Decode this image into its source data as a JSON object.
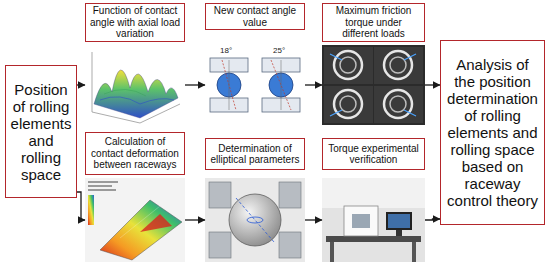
{
  "diagram": {
    "nodes": [
      {
        "text": [
          "Position of rolling elements and rolling space"
        ]
      },
      {
        "text": [
          "Function of contact angle with axial load variation"
        ]
      },
      {
        "text": [
          "New contact angle value"
        ]
      },
      {
        "text": [
          "Maximum friction torque under different loads"
        ]
      },
      {
        "text": [
          "Calculation of contact deformation between raceways"
        ]
      },
      {
        "text": [
          "Determination of elliptical parameters"
        ]
      },
      {
        "text": [
          "Torque experimental verification"
        ]
      },
      {
        "text": [
          "Analysis of the position determination of rolling elements and rolling space based on raceway control theory"
        ]
      }
    ],
    "edges": [
      {
        "from": 0,
        "to": 1,
        "arrow": "to"
      },
      {
        "from": 0,
        "to": 4,
        "arrow": "to"
      },
      {
        "from": 1,
        "to": 2,
        "arrow": "to"
      },
      {
        "from": 2,
        "to": 3,
        "arrow": "to"
      },
      {
        "from": 4,
        "to": 5,
        "arrow": "to"
      },
      {
        "from": 5,
        "to": 6,
        "arrow": "to"
      },
      {
        "from": 3,
        "to": 7,
        "arrow": "to"
      },
      {
        "from": 6,
        "to": 7,
        "arrow": "to"
      }
    ],
    "labels": [
      "18°",
      "25°"
    ]
  }
}
